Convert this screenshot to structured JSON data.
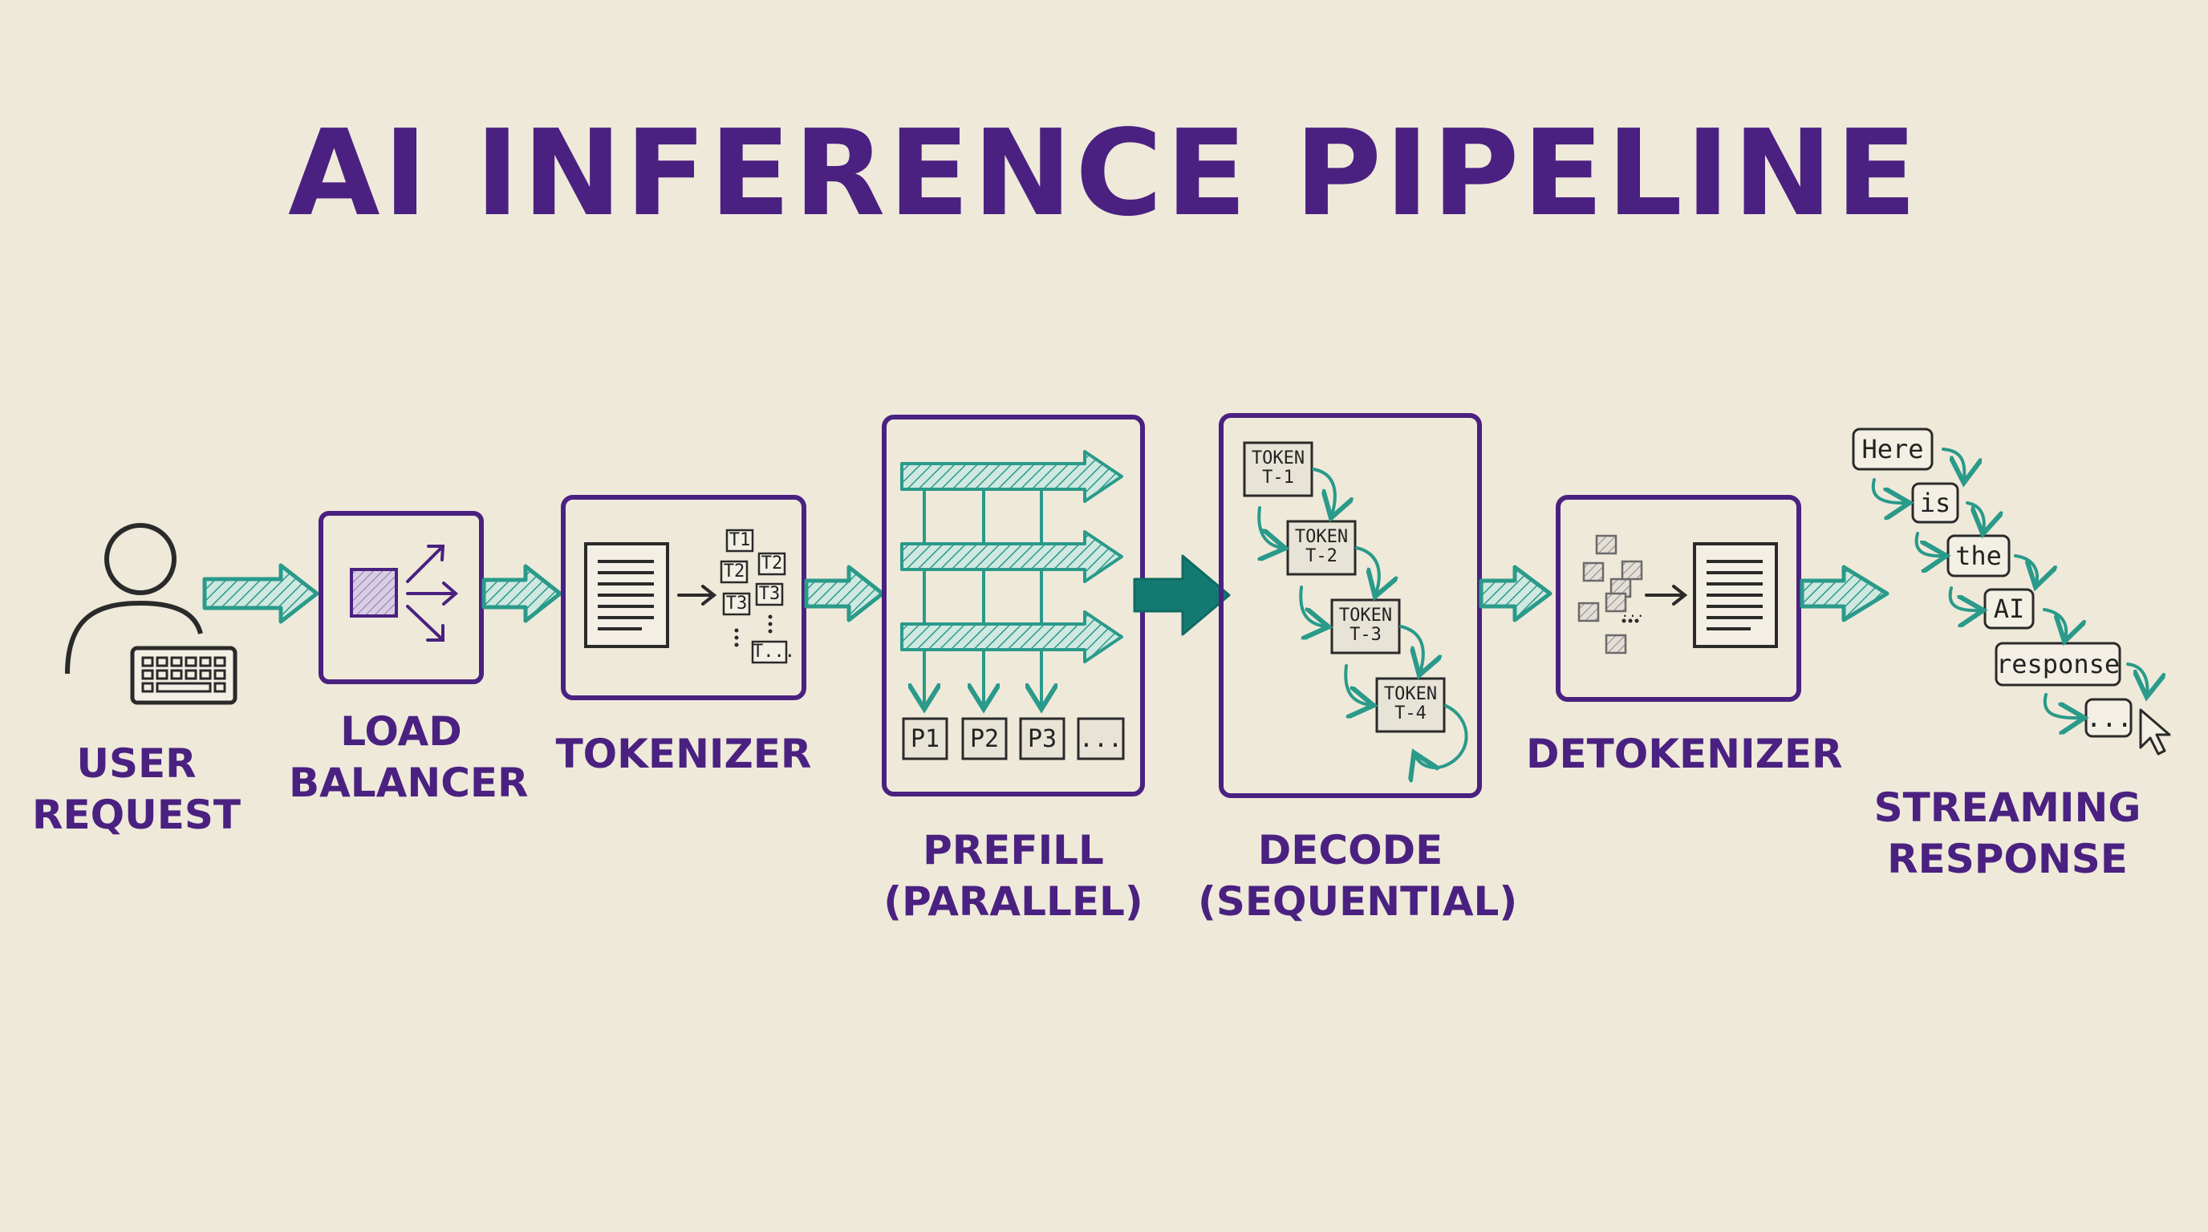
{
  "title": "AI INFERENCE PIPELINE",
  "colors": {
    "purple": "#4a2180",
    "teal": "#2a9a8a",
    "dark_teal": "#137a72",
    "ink": "#2a2a2a",
    "paper": "#efe9da"
  },
  "stages": [
    {
      "id": "user-request",
      "line1": "USER",
      "line2": "REQUEST",
      "icon": "user-keyboard-icon"
    },
    {
      "id": "load-balancer",
      "line1": "LOAD",
      "line2": "BALANCER",
      "icon": "load-balancer-icon"
    },
    {
      "id": "tokenizer",
      "line1": "TOKENIZER",
      "line2": "",
      "icon": "tokenizer-icon"
    },
    {
      "id": "prefill",
      "line1": "PREFILL",
      "line2": "(PARALLEL)",
      "icon": "parallel-arrows-icon"
    },
    {
      "id": "decode",
      "line1": "DECODE",
      "line2": "(SEQUENTIAL)",
      "icon": "sequential-tokens-icon"
    },
    {
      "id": "detokenizer",
      "line1": "DETOKENIZER",
      "line2": "",
      "icon": "detokenizer-icon"
    },
    {
      "id": "streaming-response",
      "line1": "STREAMING",
      "line2": "RESPONSE",
      "icon": "stream-words-icon"
    }
  ],
  "tokenizer_tokens": [
    "T1",
    "T2",
    "T2",
    "T3",
    "T3",
    "T..."
  ],
  "prefill_chips": [
    "P1",
    "P2",
    "P3",
    "..."
  ],
  "decode_tokens": [
    {
      "line1": "TOKEN",
      "line2": "T-1"
    },
    {
      "line1": "TOKEN",
      "line2": "T-2"
    },
    {
      "line1": "TOKEN",
      "line2": "T-3"
    },
    {
      "line1": "TOKEN",
      "line2": "T-4"
    }
  ],
  "stream_words": [
    "Here",
    "is",
    "the",
    "AI",
    "response",
    "..."
  ],
  "ellipsis": "..."
}
